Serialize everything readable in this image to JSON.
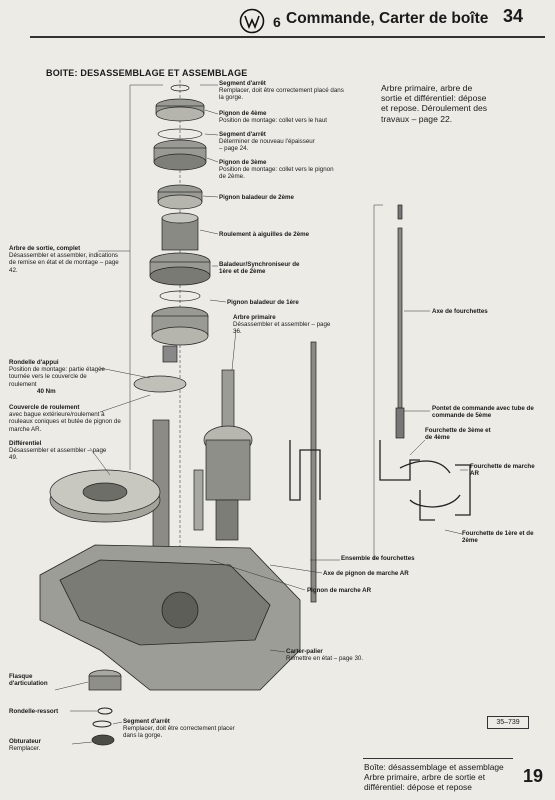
{
  "header": {
    "logo_icon": "vw-logo-icon",
    "chapter_number": "6",
    "title": "Commande, Carter de boîte",
    "page_number": "34"
  },
  "section_title": "BOITE: DESASSEMBLAGE ET ASSEMBLAGE",
  "reference_box": "Arbre primaire, arbre de sortie et différentiel: dépose et repose. Déroulement des travaux – page 22.",
  "callouts": {
    "segment_arret_1": {
      "title": "Segment d'arrêt",
      "desc": "Remplacer, doit être correctement placé dans la gorge."
    },
    "pignon_4eme": {
      "title": "Pignon de 4ème",
      "desc": "Position de montage: collet vers le haut"
    },
    "segment_arret_2": {
      "title": "Segment d'arrêt",
      "desc": "Déterminer de nouveau l'épaisseur – page 24."
    },
    "pignon_3eme": {
      "title": "Pignon de 3ème",
      "desc": "Position de montage: collet vers le pignon de 2ème."
    },
    "pignon_baladeur_2eme": {
      "title": "Pignon baladeur de 2ème",
      "desc": ""
    },
    "roulement_aiguilles": {
      "title": "Roulement à aiguilles de 2ème",
      "desc": ""
    },
    "baladeur_synchro": {
      "title": "Baladeur/Synchroniseur de 1ère et de 2ème",
      "desc": ""
    },
    "pignon_baladeur_1ere": {
      "title": "Pignon baladeur de 1ère",
      "desc": ""
    },
    "arbre_primaire": {
      "title": "Arbre primaire",
      "desc": "Désassembler et assembler – page 36."
    },
    "arbre_sortie": {
      "title": "Arbre de sortie, complet",
      "desc": "Désassembler et assembler, indications de remise en état et de montage – page 42."
    },
    "rondelle_appui": {
      "title": "Rondelle d'appui",
      "desc": "Position de montage: partie étagée tournée vers le couvercle de roulement",
      "torque": "40 Nm"
    },
    "couvercle_roulement": {
      "title": "Couvercle de roulement",
      "desc": "avec bague extérieure/roulement à rouleaux coniques et butée de pignon de marche AR."
    },
    "differentiel": {
      "title": "Différentiel",
      "desc": "Désassembler et assembler – page 49."
    },
    "axe_fourchettes": {
      "title": "Axe de fourchettes",
      "desc": ""
    },
    "pontet_commande": {
      "title": "Pontet de commande avec tube de commande de 5ème",
      "desc": ""
    },
    "fourchette_3_4": {
      "title": "Fourchette de 3ème et de 4ème",
      "desc": ""
    },
    "fourchette_ar": {
      "title": "Fourchette de marche AR",
      "desc": ""
    },
    "fourchette_1_2": {
      "title": "Fourchette de 1ère et de 2ème",
      "desc": ""
    },
    "ensemble_fourchettes": {
      "title": "Ensemble de fourchettes",
      "desc": ""
    },
    "axe_pignon_ar": {
      "title": "Axe de pignon de marche AR",
      "desc": ""
    },
    "pignon_ar": {
      "title": "Pignon de marche AR",
      "desc": ""
    },
    "carter_palier": {
      "title": "Carter-palier",
      "desc": "Remettre en état – page 30."
    },
    "flasque": {
      "title": "Flasque d'articulation",
      "desc": ""
    },
    "rondelle_ressort": {
      "title": "Rondelle-ressort",
      "desc": ""
    },
    "segment_arret_3": {
      "title": "Segment d'arrêt",
      "desc": "Remplacer, doit être correctement placer dans la gorge."
    },
    "obturateur": {
      "title": "Obturateur",
      "desc": "Remplacer."
    }
  },
  "figure_code": "35–739",
  "footer": {
    "line1": "Boîte: désassemblage et assemblage",
    "line2": "Arbre primaire, arbre de sortie et différentiel: dépose et repose",
    "page_number": "19"
  }
}
